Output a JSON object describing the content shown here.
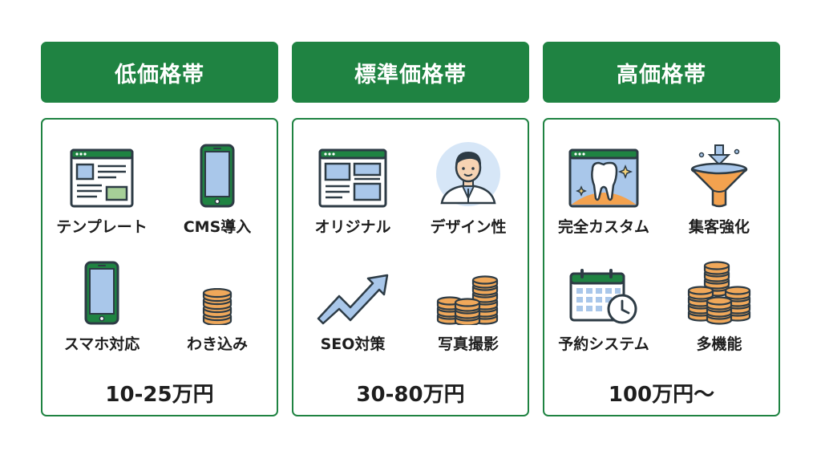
{
  "tiers": [
    {
      "title": "低価格帯",
      "items": [
        {
          "label": "テンプレート",
          "icon": "template-webpage-icon"
        },
        {
          "label": "CMS導入",
          "icon": "smartphone-icon"
        },
        {
          "label": "スマホ対応",
          "icon": "smartphone-icon"
        },
        {
          "label": "わき込み",
          "icon": "coin-stack-icon"
        }
      ],
      "price": "10-25万円"
    },
    {
      "title": "標準価格帯",
      "items": [
        {
          "label": "オリジナル",
          "icon": "custom-layout-icon"
        },
        {
          "label": "デザイン性",
          "icon": "designer-avatar-icon"
        },
        {
          "label": "SEO対策",
          "icon": "rising-arrow-icon"
        },
        {
          "label": "写真撮影",
          "icon": "coin-stacks-icon"
        }
      ],
      "price": "30-80万円"
    },
    {
      "title": "高価格帯",
      "items": [
        {
          "label": "完全カスタム",
          "icon": "tooth-webpage-icon"
        },
        {
          "label": "集客強化",
          "icon": "funnel-icon"
        },
        {
          "label": "予約システム",
          "icon": "calendar-clock-icon"
        },
        {
          "label": "多機能",
          "icon": "large-coin-stacks-icon"
        }
      ],
      "price": "100万円～"
    }
  ],
  "colors": {
    "green": "#1f8342",
    "icon_blue": "#a9c7ea",
    "icon_green": "#a6cf98",
    "coin": "#f0a85a",
    "funnel_orange": "#f3a24f"
  }
}
